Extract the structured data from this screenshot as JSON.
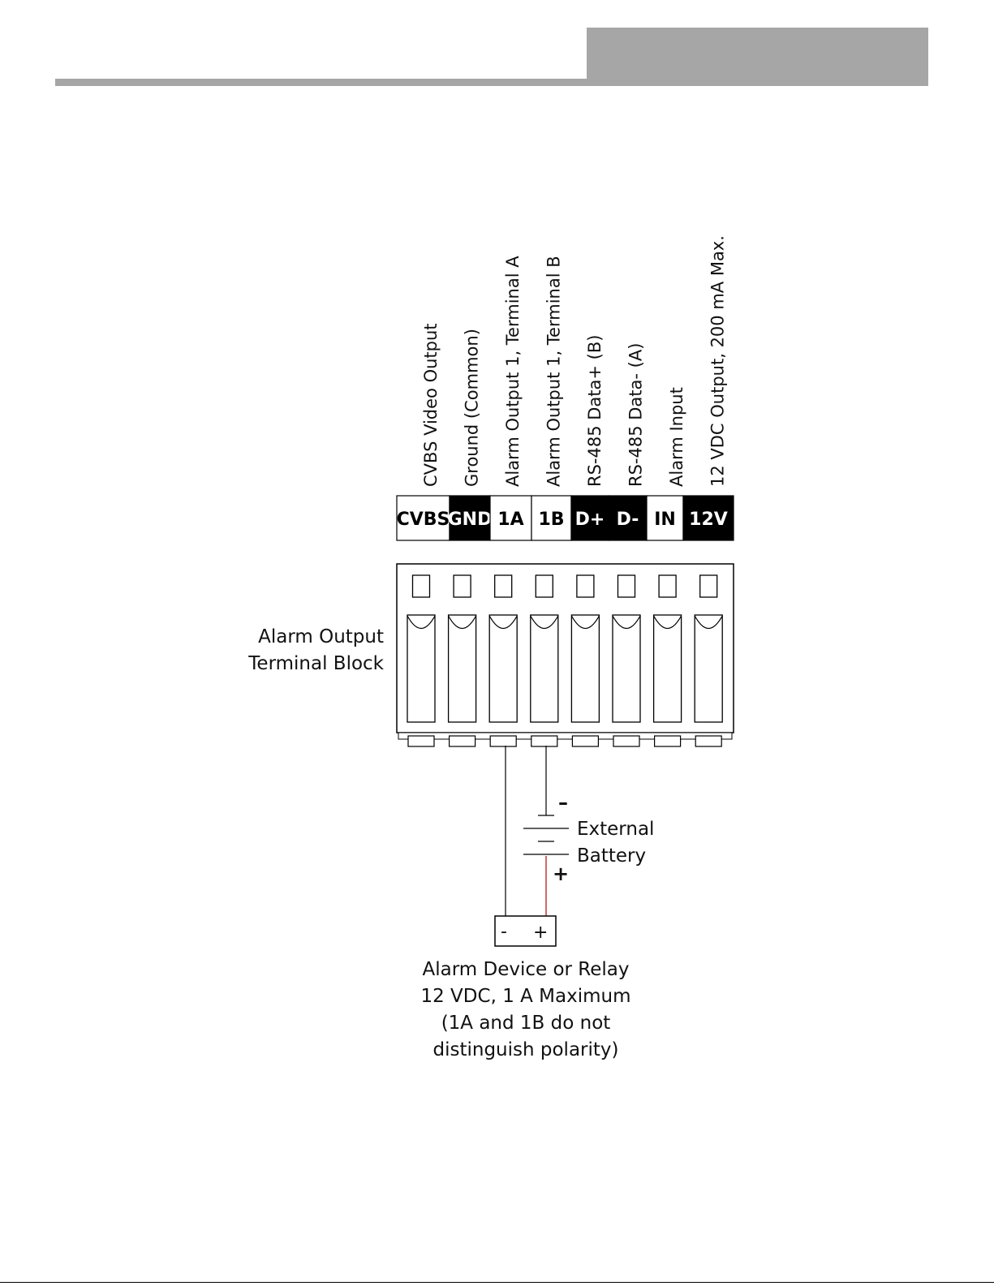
{
  "terminals": [
    {
      "code": "CVBS",
      "desc": "CVBS Video Output",
      "dark": false
    },
    {
      "code": "GND",
      "desc": "Ground (Common)",
      "dark": true
    },
    {
      "code": "1A",
      "desc": "Alarm Output 1, Terminal A",
      "dark": false
    },
    {
      "code": "1B",
      "desc": "Alarm Output 1, Terminal B",
      "dark": false
    },
    {
      "code": "D+",
      "desc": "RS-485 Data+ (B)",
      "dark": true
    },
    {
      "code": "D-",
      "desc": "RS-485 Data- (A)",
      "dark": true
    },
    {
      "code": "IN",
      "desc": "Alarm Input",
      "dark": false
    },
    {
      "code": "12V",
      "desc": "12 VDC Output, 200 mA Max.",
      "dark": true
    }
  ],
  "block_label": [
    "Alarm Output",
    "Terminal Block"
  ],
  "battery": {
    "label": [
      "External",
      "Battery"
    ],
    "minus": "–",
    "plus": "+"
  },
  "device": {
    "minus": "-",
    "plus": "+",
    "caption": [
      "Alarm Device or Relay",
      "12 VDC, 1 A Maximum",
      "(1A and 1B do not",
      "distinguish polarity)"
    ]
  },
  "colors": {
    "wire": "#000000",
    "positive_wire": "#c0272d",
    "header": "#a6a6a6"
  }
}
